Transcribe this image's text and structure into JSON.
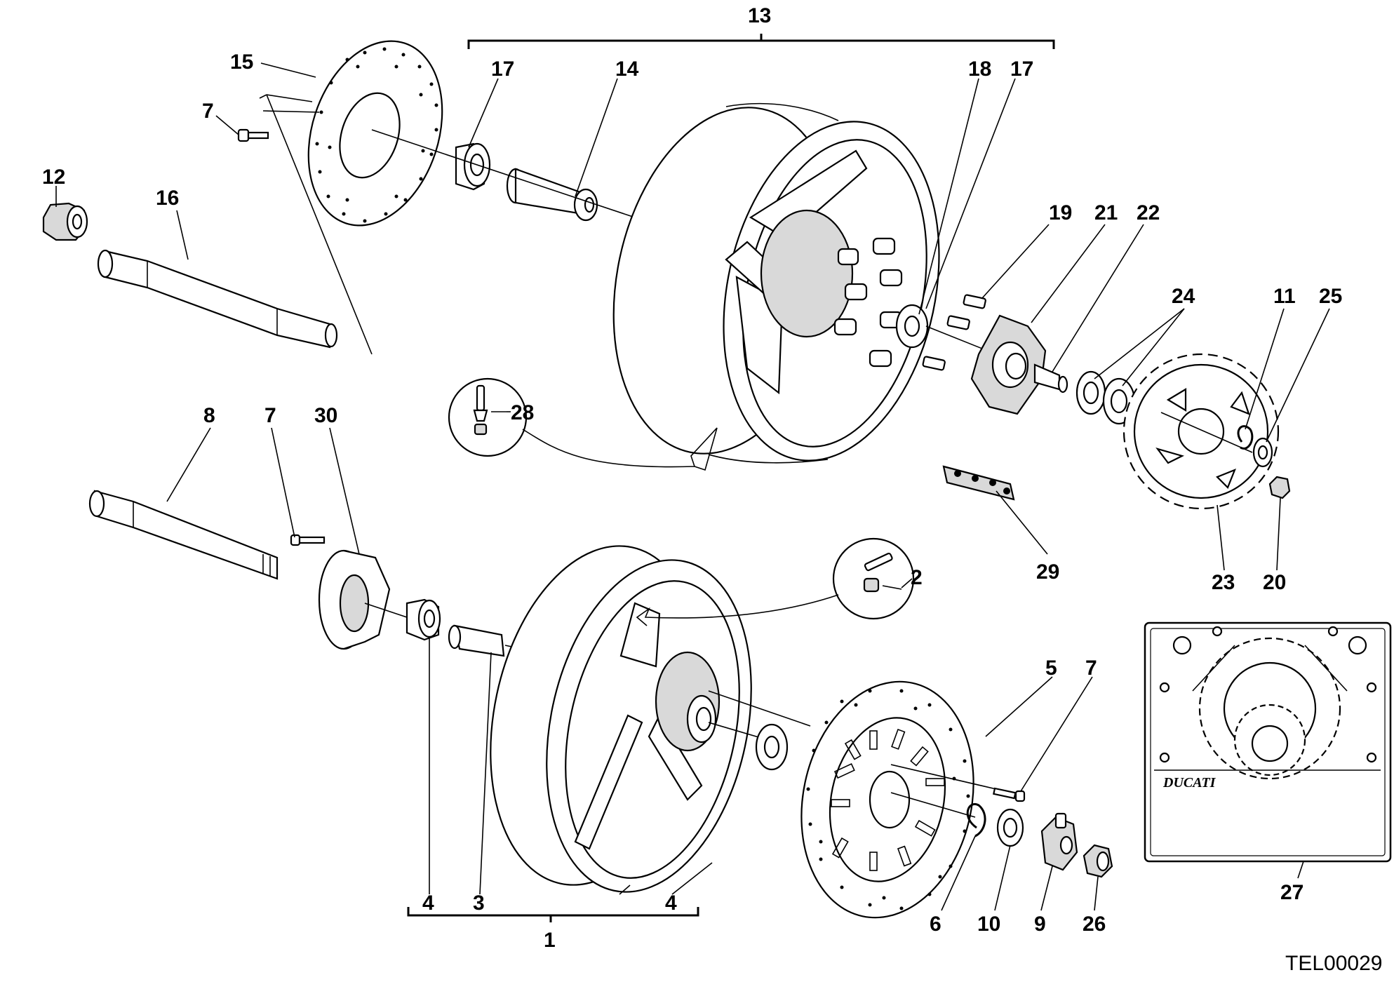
{
  "figure": {
    "reference_code": "TEL00029",
    "logo_text": "DUCATI"
  },
  "callouts": {
    "c13": "13",
    "c15": "15",
    "c17a": "17",
    "c14": "14",
    "c18": "18",
    "c17b": "17",
    "c7a": "7",
    "c12": "12",
    "c16": "16",
    "c19": "19",
    "c21": "21",
    "c22": "22",
    "c24": "24",
    "c11": "11",
    "c25": "25",
    "c28": "28",
    "c8": "8",
    "c7b": "7",
    "c30": "30",
    "c29": "29",
    "c23": "23",
    "c20": "20",
    "c2": "2",
    "c5": "5",
    "c7c": "7",
    "c27": "27",
    "c4a": "4",
    "c3": "3",
    "c4b": "4",
    "c6": "6",
    "c10": "10",
    "c9": "9",
    "c26": "26",
    "c1": "1"
  }
}
